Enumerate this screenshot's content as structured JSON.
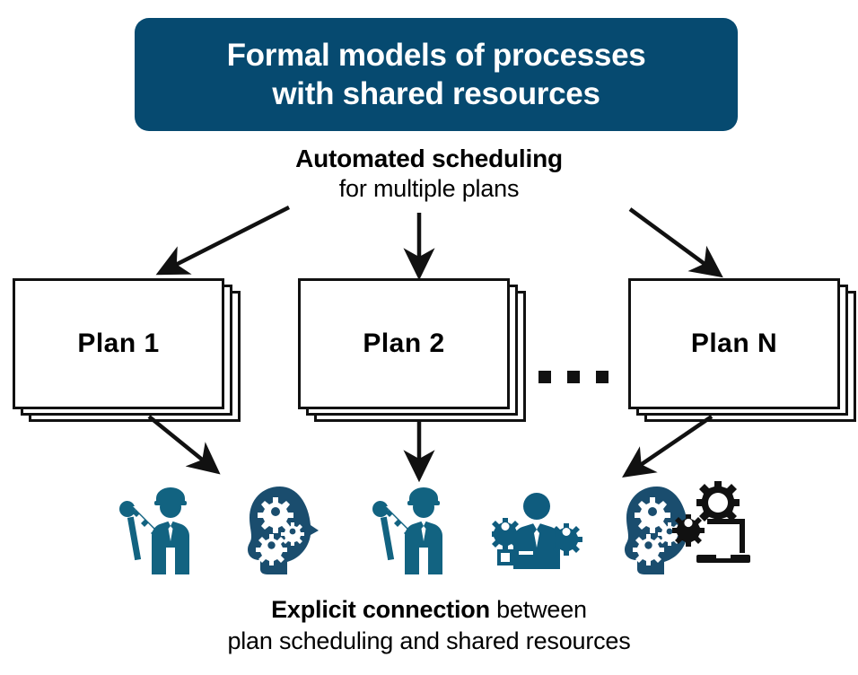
{
  "banner": {
    "line1": "Formal models of processes",
    "line2": "with shared resources",
    "bg_color": "#064a70",
    "text_color": "#ffffff"
  },
  "mid_caption": {
    "strong": "Automated scheduling",
    "light": "for multiple plans"
  },
  "plans": [
    {
      "label": "Plan 1"
    },
    {
      "label": "Plan 2"
    },
    {
      "label": "Plan N"
    }
  ],
  "ellipsis": {
    "dots": [
      "dot",
      "dot",
      "dot"
    ]
  },
  "resources": {
    "icons": [
      {
        "name": "worker-wrench-icon",
        "color": "#126381"
      },
      {
        "name": "head-gears-icon",
        "color": "#1a4d6e"
      },
      {
        "name": "worker-wrench-icon",
        "color": "#126381"
      },
      {
        "name": "manager-gears-icon",
        "color": "#0f5c7e"
      },
      {
        "name": "head-gears-icon",
        "color": "#1a4d6e"
      },
      {
        "name": "laptop-gears-icon",
        "color": "#111111"
      }
    ]
  },
  "bottom_caption": {
    "strong": "Explicit connection",
    "light_tail": " between",
    "line2": "plan scheduling and shared resources"
  },
  "arrows": {
    "top_left": "arrow-to-plan-1",
    "top_middle": "arrow-to-plan-2",
    "top_right": "arrow-to-plan-n",
    "bottom_left": "arrow-plan-1-to-resources",
    "bottom_middle": "arrow-plan-2-to-resources",
    "bottom_right": "arrow-plan-n-to-resources"
  },
  "colors": {
    "banner": "#064a70",
    "icon_light": "#126381",
    "icon_dark": "#1a4d6e",
    "outline": "#111111"
  }
}
